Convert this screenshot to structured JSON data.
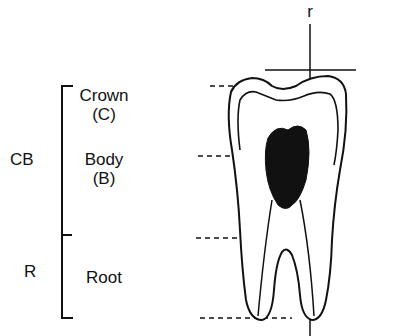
{
  "diagram": {
    "labels": [
      "r",
      "CB",
      "Crown (C)",
      "Body (B)",
      "R",
      "Root"
    ]
  }
}
